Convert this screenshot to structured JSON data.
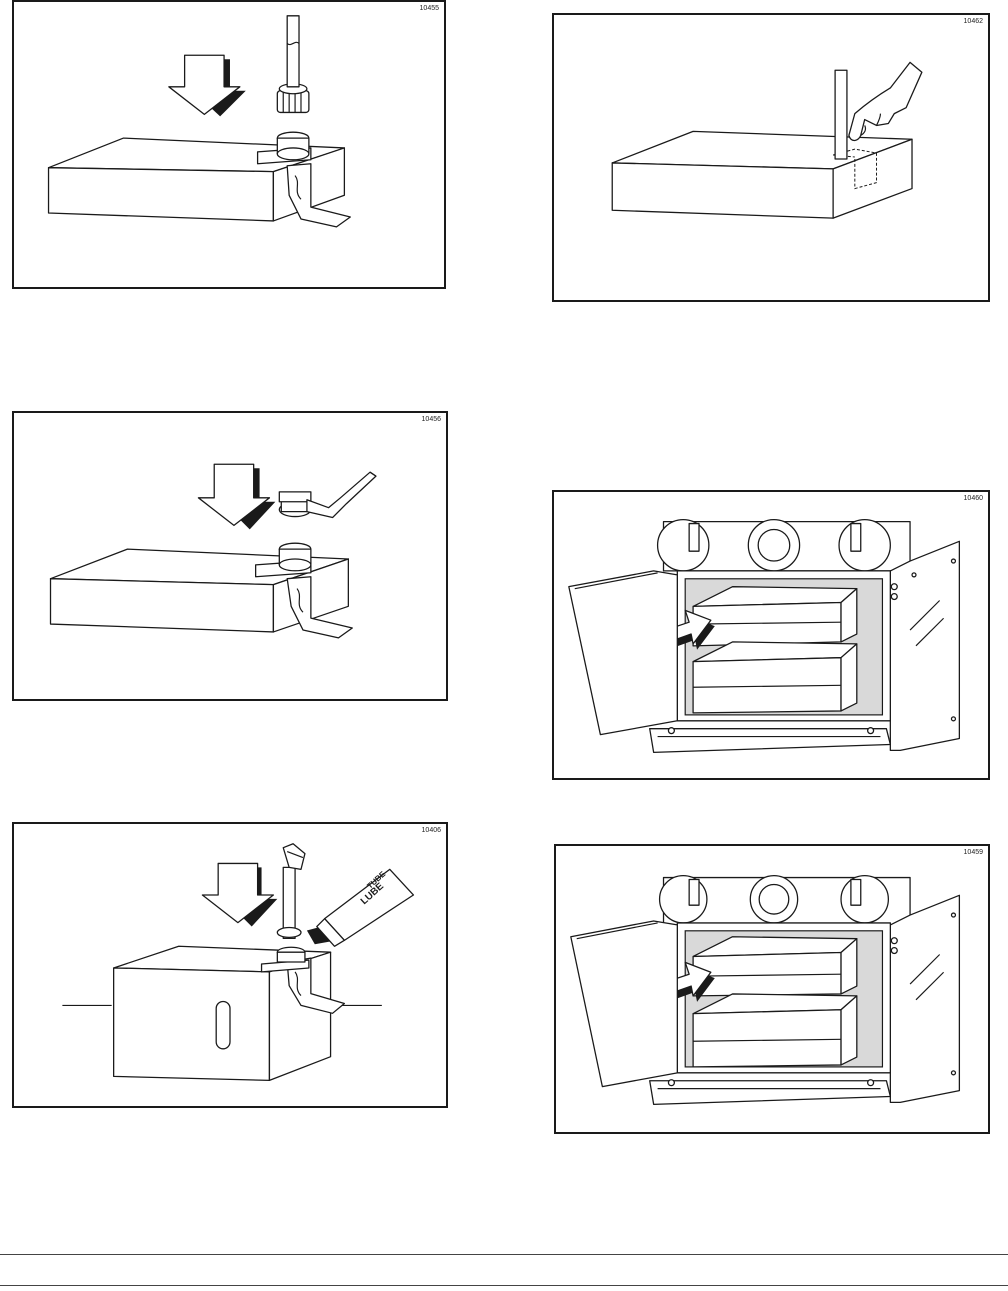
{
  "figures": [
    {
      "id": "fig-a",
      "number": "10455"
    },
    {
      "id": "fig-b",
      "number": "10462"
    },
    {
      "id": "fig-c",
      "number": "10456"
    },
    {
      "id": "fig-d",
      "number": "10460"
    },
    {
      "id": "fig-e",
      "number": "10406"
    },
    {
      "id": "fig-f",
      "number": "10459"
    }
  ],
  "tube_label": {
    "line1": "TUBE",
    "line2": "LUBE"
  }
}
